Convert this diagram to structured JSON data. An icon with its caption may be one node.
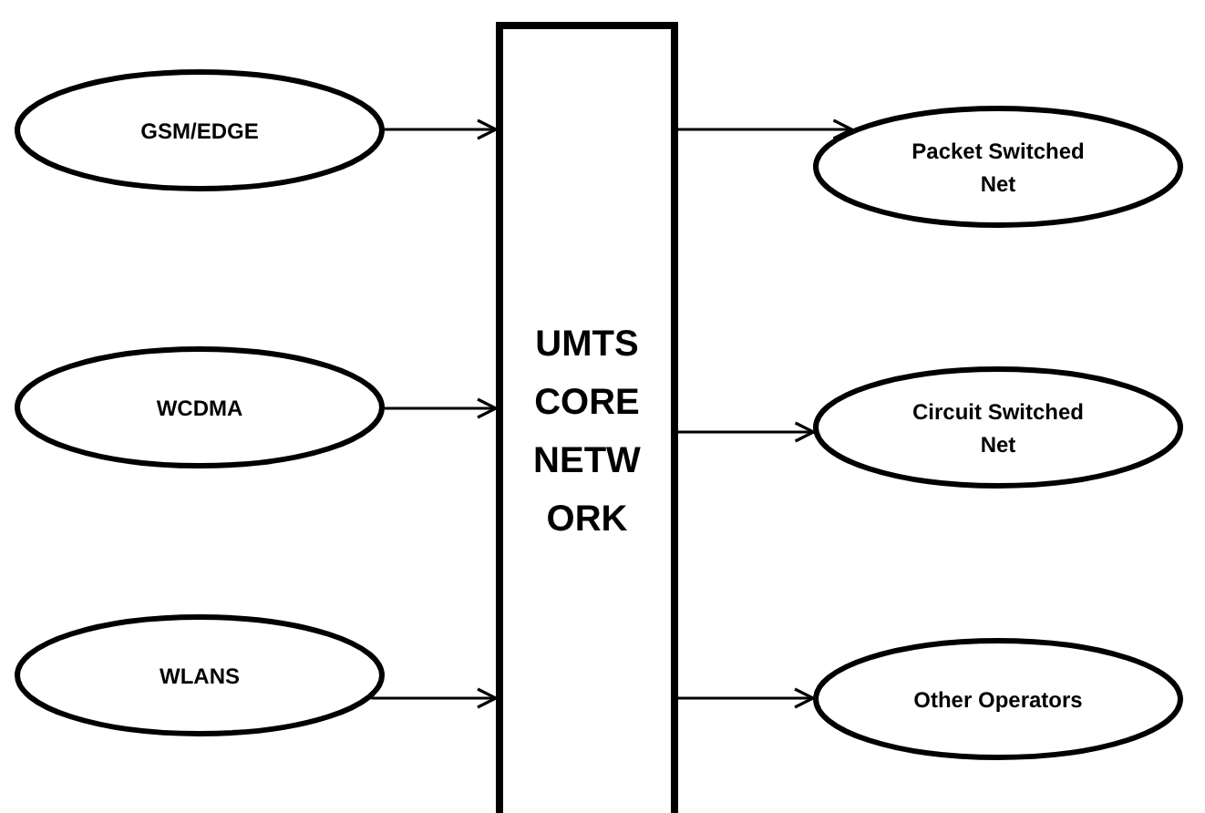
{
  "diagram": {
    "nodes": [
      {
        "text": [
          "GSM/EDGE"
        ]
      },
      {
        "text": [
          "WCDMA"
        ]
      },
      {
        "text": [
          "WLANS"
        ]
      },
      {
        "text": [
          "UMTS CORE NETW ORK"
        ]
      },
      {
        "text": [
          "Packet Switched Net"
        ]
      },
      {
        "text": [
          "Circuit Switched Net"
        ]
      },
      {
        "text": [
          "Other Operators"
        ]
      }
    ],
    "edges": [
      {
        "from": 0,
        "to": 3,
        "arrow": "to"
      },
      {
        "from": 1,
        "to": 3,
        "arrow": "to"
      },
      {
        "from": 2,
        "to": 3,
        "arrow": "to"
      },
      {
        "from": 3,
        "to": 4,
        "arrow": "to"
      },
      {
        "from": 3,
        "to": 5,
        "arrow": "to"
      },
      {
        "from": 3,
        "to": 6,
        "arrow": "to"
      }
    ]
  }
}
